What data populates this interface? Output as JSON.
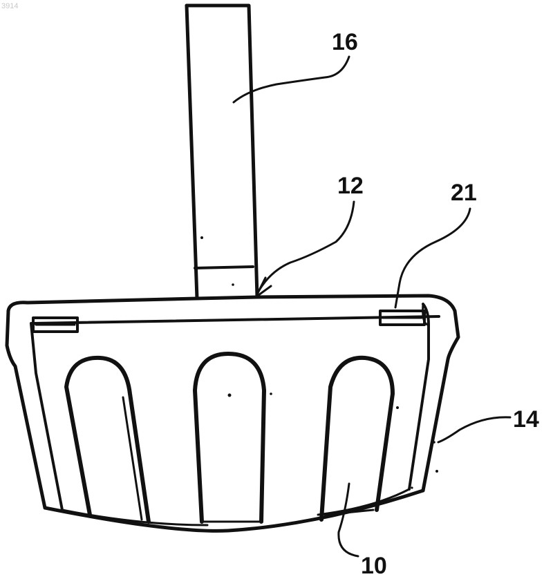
{
  "corner_text": "3914",
  "reference_numerals": {
    "handle": "16",
    "joint": "12",
    "clip": "21",
    "rim": "14",
    "body": "10"
  },
  "colors": {
    "ink": "#111111",
    "background": "#ffffff"
  }
}
